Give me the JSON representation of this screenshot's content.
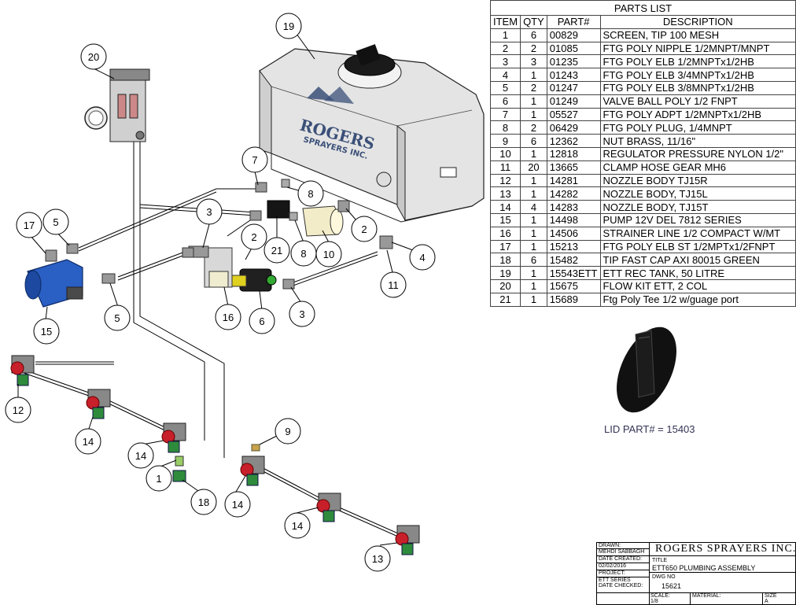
{
  "parts_list": {
    "title": "PARTS LIST",
    "headers": [
      "ITEM",
      "QTY",
      "PART#",
      "DESCRIPTION"
    ],
    "rows": [
      [
        "1",
        "6",
        "00829",
        "SCREEN, TIP 100 MESH"
      ],
      [
        "2",
        "2",
        "01085",
        "FTG POLY NIPPLE 1/2MNPT/MNPT"
      ],
      [
        "3",
        "3",
        "01235",
        "FTG POLY ELB 1/2MNPTx1/2HB"
      ],
      [
        "4",
        "1",
        "01243",
        "FTG POLY ELB 3/4MNPTx1/2HB"
      ],
      [
        "5",
        "2",
        "01247",
        "FTG POLY ELB 3/8MNPTx1/2HB"
      ],
      [
        "6",
        "1",
        "01249",
        "VALVE BALL POLY 1/2 FNPT"
      ],
      [
        "7",
        "1",
        "05527",
        "FTG POLY ADPT 1/2MNPTx1/2HB"
      ],
      [
        "8",
        "2",
        "06429",
        "FTG POLY PLUG, 1/4MNPT"
      ],
      [
        "9",
        "6",
        "12362",
        "NUT BRASS, 11/16\""
      ],
      [
        "10",
        "1",
        "12818",
        "REGULATOR PRESSURE NYLON 1/2\""
      ],
      [
        "11",
        "20",
        "13665",
        "CLAMP HOSE GEAR MH6"
      ],
      [
        "12",
        "1",
        "14281",
        "NOZZLE BODY TJ15R"
      ],
      [
        "13",
        "1",
        "14282",
        "NOZZLE BODY, TJ15L"
      ],
      [
        "14",
        "4",
        "14283",
        "NOZZLE BODY, TJ15T"
      ],
      [
        "15",
        "1",
        "14498",
        "PUMP 12V DEL 7812 SERIES"
      ],
      [
        "16",
        "1",
        "14506",
        "STRAINER LINE 1/2 COMPACT W/MT"
      ],
      [
        "17",
        "1",
        "15213",
        "FTG POLY ELB ST 1/2MPTx1/2FNPT"
      ],
      [
        "18",
        "6",
        "15482",
        "TIP FAST CAP AXI 80015 GREEN"
      ],
      [
        "19",
        "1",
        "15543ETT",
        "ETT REC TANK, 50 LITRE"
      ],
      [
        "20",
        "1",
        "15675",
        "FLOW KIT ETT, 2 COL"
      ],
      [
        "21",
        "1",
        "15689",
        "Ftg Poly Tee 1/2 w/guage port"
      ]
    ]
  },
  "lid_caption": "LID PART# = 15403",
  "tank_logo": {
    "line1": "ROGERS",
    "line2": "SPRAYERS INC."
  },
  "balloons": [
    "19",
    "20",
    "7",
    "8",
    "3",
    "2",
    "17",
    "5",
    "21",
    "8",
    "10",
    "2",
    "4",
    "11",
    "15",
    "5",
    "16",
    "6",
    "3",
    "12",
    "14",
    "14",
    "1",
    "18",
    "9",
    "14",
    "14",
    "13"
  ],
  "title_block": {
    "drawn_label": "DRAWN:",
    "drawn_by": "MEHDI SABBAGH",
    "date_created_label": "DATE CREATED:",
    "date_created": "02/02/2016",
    "project_label": "PROJECT:",
    "project": "ETT SERIES",
    "date_checked_label": "DATE CHECKED:",
    "company": "ROGERS SPRAYERS INC.",
    "title_label": "TITLE",
    "title": "ETT650 PLUMBING ASSEMBLY",
    "dwg_label": "DWG NO",
    "dwg_no": "15621",
    "scale_label": "SCALE:",
    "scale": "1/8",
    "material_label": "MATERIAL:",
    "size_label": "SIZE",
    "size": "A"
  },
  "colors": {
    "line": "#000000",
    "pump_blue": "#2a5fc4",
    "nozzle_red": "#c8202a",
    "nozzle_green": "#2e8b3c",
    "tank_gray": "#e4e4e4",
    "logo_blue": "#3b5078",
    "regulator_cream": "#f2ecc8"
  }
}
